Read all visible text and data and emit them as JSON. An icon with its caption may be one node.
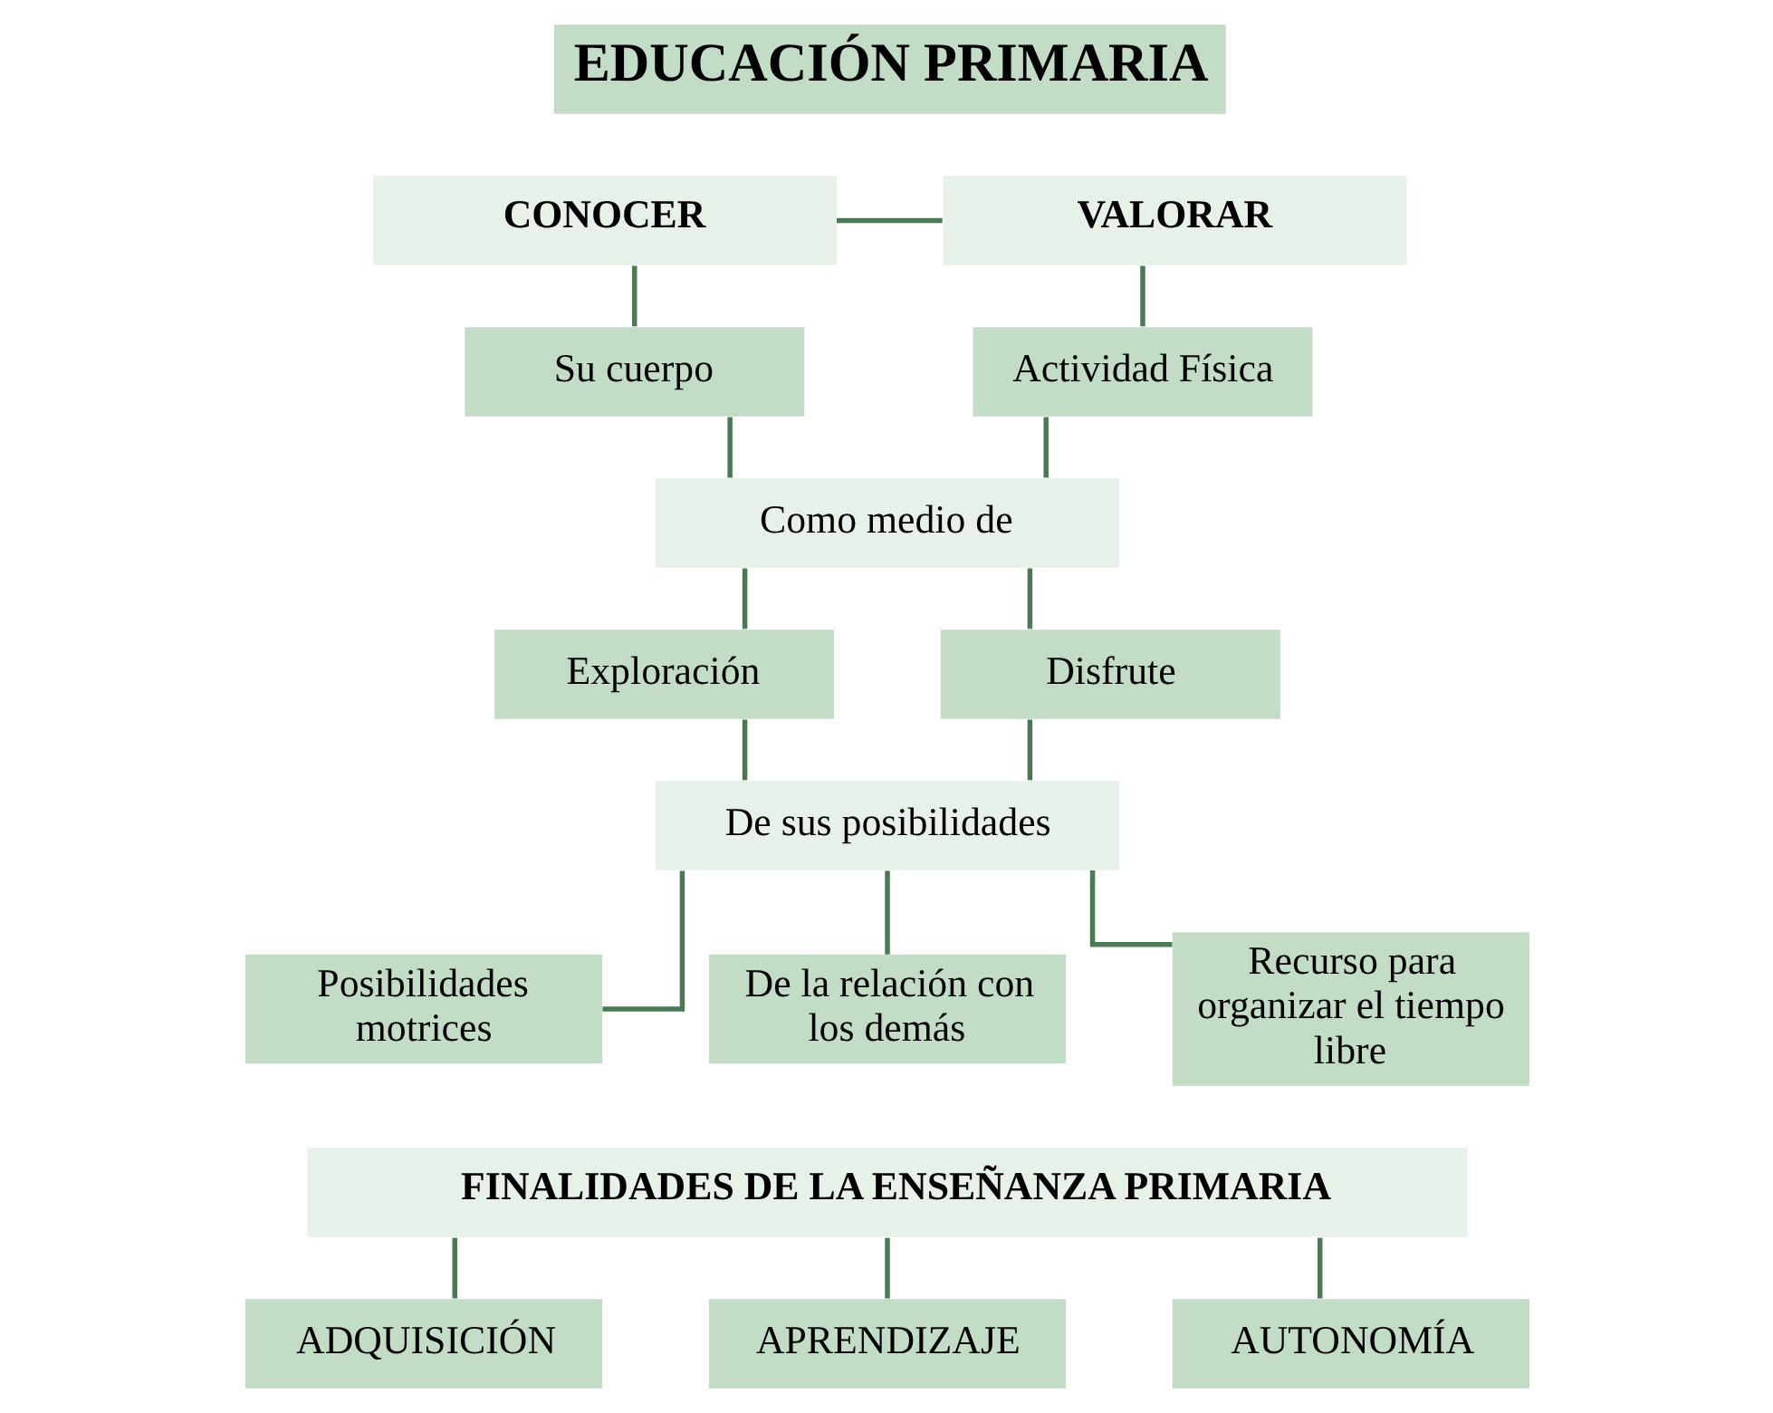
{
  "diagram": {
    "nodes": [
      {
        "text": [
          "EDUCACIÓN PRIMARIA"
        ]
      },
      {
        "text": [
          "CONOCER"
        ]
      },
      {
        "text": [
          "VALORAR"
        ]
      },
      {
        "text": [
          "Su cuerpo"
        ]
      },
      {
        "text": [
          "Actividad Física"
        ]
      },
      {
        "text": [
          "Como medio de"
        ]
      },
      {
        "text": [
          "Exploración"
        ]
      },
      {
        "text": [
          "Disfrute"
        ]
      },
      {
        "text": [
          "De sus posibilidades"
        ]
      },
      {
        "text": [
          "Posibilidades motrices"
        ]
      },
      {
        "text": [
          "De la relación con los demás"
        ]
      },
      {
        "text": [
          "Recurso para organizar el tiempo libre"
        ]
      },
      {
        "text": [
          "FINALIDADES DE LA ENSEÑANZA PRIMARIA"
        ]
      },
      {
        "text": [
          "ADQUISICIÓN"
        ]
      },
      {
        "text": [
          "APRENDIZAJE"
        ]
      },
      {
        "text": [
          "AUTONOMÍA"
        ]
      }
    ],
    "edges": [
      {
        "from": 1,
        "to": 2,
        "arrow": "none"
      },
      {
        "from": 1,
        "to": 3,
        "arrow": "none"
      },
      {
        "from": 2,
        "to": 4,
        "arrow": "none"
      },
      {
        "from": 3,
        "to": 5,
        "arrow": "none"
      },
      {
        "from": 4,
        "to": 5,
        "arrow": "none"
      },
      {
        "from": 5,
        "to": 6,
        "arrow": "none"
      },
      {
        "from": 5,
        "to": 7,
        "arrow": "none"
      },
      {
        "from": 6,
        "to": 8,
        "arrow": "none"
      },
      {
        "from": 7,
        "to": 8,
        "arrow": "none"
      },
      {
        "from": 8,
        "to": 9,
        "arrow": "none"
      },
      {
        "from": 8,
        "to": 10,
        "arrow": "none"
      },
      {
        "from": 8,
        "to": 11,
        "arrow": "none"
      },
      {
        "from": 12,
        "to": 13,
        "arrow": "none"
      },
      {
        "from": 12,
        "to": 14,
        "arrow": "none"
      },
      {
        "from": 12,
        "to": 15,
        "arrow": "none"
      }
    ]
  }
}
